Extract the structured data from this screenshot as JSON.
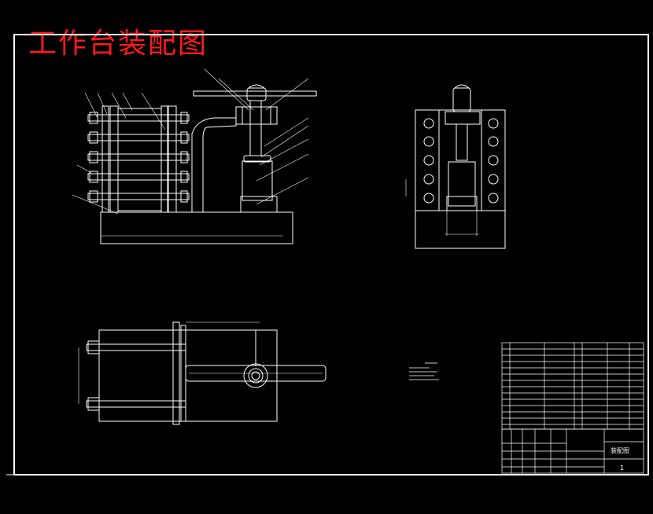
{
  "drawing": {
    "title": "工作台装配图",
    "title_color": "#ff1a1a",
    "line_color": "#ffffff",
    "background": "#000000"
  },
  "title_block": {
    "drawing_name": "装配图",
    "sheet_number": "1"
  }
}
